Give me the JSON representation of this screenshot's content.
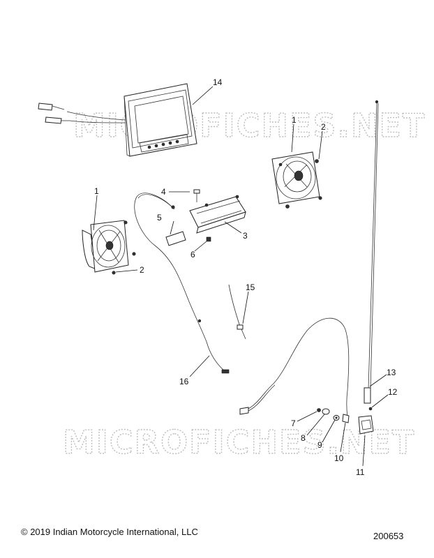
{
  "watermark_text": "MICROFICHES.NET",
  "footer": {
    "copyright": "© 2019 Indian Motorcycle International, LLC",
    "figure_number": "200653"
  },
  "callouts": {
    "c1a": "1",
    "c1b": "1",
    "c2a": "2",
    "c2b": "2",
    "c3": "3",
    "c4": "4",
    "c5": "5",
    "c6": "6",
    "c7": "7",
    "c8": "8",
    "c9": "9",
    "c10": "10",
    "c11": "11",
    "c12": "12",
    "c13": "13",
    "c14": "14",
    "c15": "15",
    "c16": "16"
  }
}
